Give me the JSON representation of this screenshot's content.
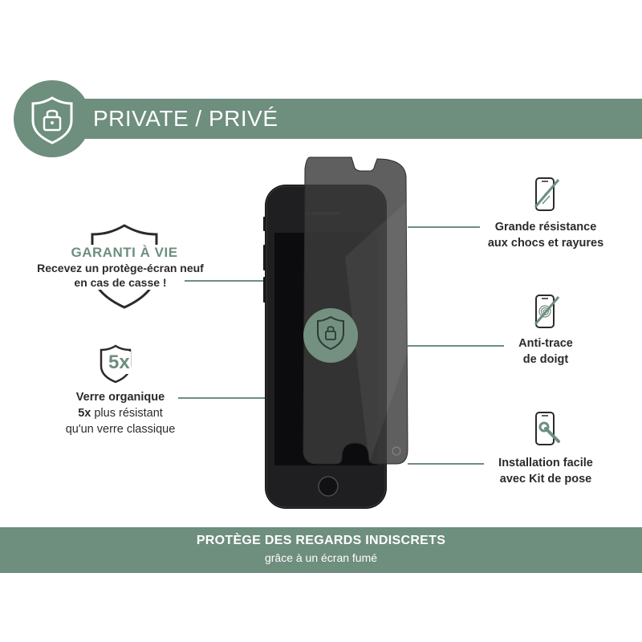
{
  "header": {
    "title": "PRIVATE / PRIVÉ",
    "icon": "shield-lock-icon"
  },
  "colors": {
    "accent": "#6e8e7e",
    "text": "#2b2b2b",
    "background": "#ffffff"
  },
  "left": {
    "guarantee": {
      "title": "GARANTI À VIE",
      "line1": "Recevez un protège-écran neuf",
      "line2": "en cas de casse !"
    },
    "organic": {
      "badge": "5x",
      "title": "Verre organique",
      "line2_bold": "5x",
      "line2_rest": " plus résistant",
      "line3": "qu'un verre classique"
    }
  },
  "right": {
    "impact": {
      "line1": "Grande résistance",
      "line2": "aux chocs et rayures",
      "icon": "phone-scratch-icon"
    },
    "fingerprint": {
      "line1": "Anti-trace",
      "line2": "de doigt",
      "icon": "phone-fingerprint-icon"
    },
    "install": {
      "line1": "Installation facile",
      "line2": "avec Kit de pose",
      "icon": "phone-wrench-icon"
    }
  },
  "footer": {
    "title": "PROTÈGE DES REGARDS INDISCRETS",
    "subtitle": "grâce à un écran fumé"
  }
}
